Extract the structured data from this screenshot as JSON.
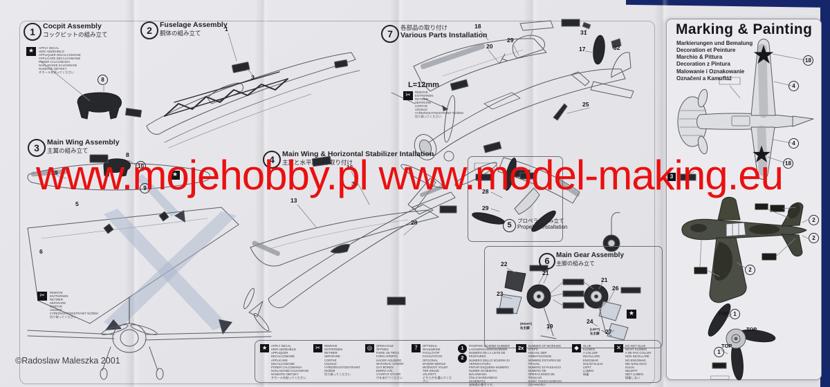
{
  "watermark": {
    "text": "www.mojehobby.pl www.model-making.eu",
    "color": "#ea1010"
  },
  "copyright": "©Radoslaw Maleszka 2001",
  "steps": {
    "s1": {
      "num": "1",
      "en": "Cocpit Assembly",
      "jp": "コックピットの組み立て"
    },
    "s2": {
      "num": "2",
      "en": "Fuselage Assembly",
      "jp": "胴体の組み立て"
    },
    "s3": {
      "num": "3",
      "en": "Main Wing Assembly",
      "jp": "主翼の組み立て"
    },
    "s4": {
      "num": "4",
      "en": "Main Wing & Horizontal Stabilizer Intallation",
      "jp": "主翼と水平尾翼の取り付け"
    },
    "s5": {
      "num": "5",
      "en": "Propeller Installation",
      "jp": "プロペラの組み立て"
    },
    "s6": {
      "num": "6",
      "en": "Main Gear Assembly",
      "jp": "主脚の組み立て"
    },
    "s7": {
      "num": "7",
      "en": "Various Parts Installation",
      "jp": "各部品の取り付け"
    }
  },
  "notes": {
    "length": "L=12mm"
  },
  "parts": {
    "s1_ref": "8",
    "s2": [
      "1",
      "3"
    ],
    "s3": [
      "19",
      "8",
      "10",
      "9",
      "5",
      "6"
    ],
    "s4": [
      "16",
      "30",
      "13",
      "28"
    ],
    "s5": [
      "28",
      "29"
    ],
    "s6": [
      "22",
      "21",
      "21",
      "26",
      "23",
      "19",
      "24",
      "27"
    ],
    "s6_right_leg": [
      "(RIGHT)",
      "右主脚"
    ],
    "s6_left_leg": [
      "(LEFT)",
      "左主脚"
    ],
    "s7": [
      "18",
      "31",
      "20",
      "29",
      "17",
      "32",
      "25"
    ]
  },
  "marking": {
    "title": "Marking & Painting",
    "subtitles": [
      "Markierungen und Bemalung",
      "Decoration et Peinture",
      "Marchio & Pittura",
      "Decoration z Pintura",
      "Malowanie i Oznakowanie",
      "Označení a Kamufláž"
    ],
    "callouts": {
      "star_ref": "18",
      "scheme_bottom": "4",
      "scheme_camo": "2",
      "scheme_prop": "1",
      "square": "3"
    },
    "top_label": "TOP"
  },
  "legend": {
    "items": [
      {
        "name": "apply-decal",
        "glyph": "★",
        "lines": [
          "APPLY DECAL",
          "HIER ABZIEHBILD",
          "APPLIQUER DECALCOMANIE",
          "APPLICARE DECALCOMANIE",
          "PONER CALCOMANIA",
          "NAKLADANIE KALKOMANII",
          "NANESTE OBTISKY",
          "デカールを貼ってください"
        ]
      },
      {
        "name": "remove",
        "glyph": "✂",
        "lines": [
          "REMOVE",
          "ENTFERNEN",
          "RETIRER",
          "SEPARARE",
          "CORTAR",
          "USUNĄĆ",
          "VYŘEZNOUT/ODSTRANIT NOŽEM",
          "切り取ってください"
        ]
      },
      {
        "name": "open-hole",
        "glyph": "◎",
        "lines": [
          "OPEN HOLE",
          "ÖFFNEN",
          "FAIRE UN TROU",
          "FORO APERTO",
          "HACER AGUJERO",
          "WYKONAĆ OTWÓR",
          "GAT BOREN",
          "BORRA HÅL",
          "VYVRTAT OTVOR",
          "穴をあけてください"
        ]
      },
      {
        "name": "optional",
        "glyph": "?",
        "lines": [
          "OPTIONAL",
          "WAHLWEISE",
          "FACULTATIF",
          "FACOLTATIVO",
          "OPCIONAL",
          "WYBÓR WERSJI",
          "MOŽNOST VOLBY",
          "TER KEUZE",
          "VALFRITT",
          "どちらかを選んでください"
        ]
      },
      {
        "name": "painting-scheme-number",
        "glyph1": "1",
        "glyph2": "2",
        "lines": [
          "PAINTING SCHEME NUMBER",
          "LACKIERSCHEMANUMMER",
          "NUMERO DE LA LISTE DE PEINTURES",
          "NUMERO DELLO SCHEMA DI VERNICIATURA",
          "PINTAR ESQUEMA NUMERO",
          "NUMER SCHEMATU MALOWANIA",
          "ČÍSLO BAREVNÉHO SCHÉMATU",
          "塗装図の番号です。"
        ]
      },
      {
        "name": "number-of-working-steps",
        "glyph": "2x",
        "lines": [
          "NUMBER OF WORKING STEPS",
          "ANZAHL DER ARBEITSGÄNGE",
          "NOMBRE D'ETAPES DE TRAVAIL",
          "NUMERO DI PASSAGGI",
          "NUMERO DE OPERACIONES DE TRABAJO",
          "ILOŚĆ TAKICH SAMYCH CZYNNOŚCI",
          "HET AANTAL BOUWSTAPPEN",
          "ANTAL ARBETSMOMENT",
          "OPAKOVÁNÍ OPERACE"
        ]
      },
      {
        "name": "glue",
        "glyph": "◆",
        "lines": [
          "GLUE",
          "KLEBEN",
          "A COLLER",
          "INCOLLARE",
          "ENGOMAR",
          "NAŁÓŻ KLEJU",
          "LEPIT",
          "LIJMEN",
          "接着"
        ]
      },
      {
        "name": "do-not-glue",
        "glyph": "✕",
        "lines": [
          "DO NOT GLUE",
          "NICHT KLEBEN",
          "A NE PAS COLLER",
          "NON INCOLLARE",
          "NO ENGOMAR",
          "NIE NAKŁADAĆ KLEJU",
          "NELEPIT",
          "NIET LIJMEN",
          "接着しない"
        ]
      }
    ]
  }
}
